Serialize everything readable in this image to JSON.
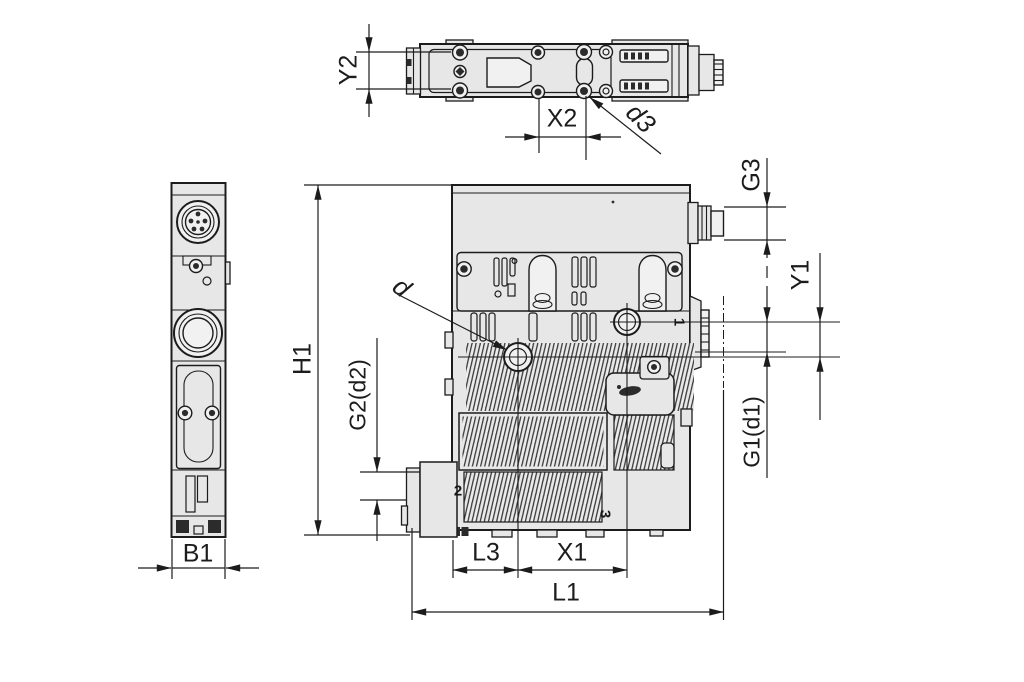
{
  "colors": {
    "ink": "#1c1c1c",
    "metal": "#e7e7e7",
    "light": "#f1f1f1",
    "dark": "#2b2b2b",
    "paper": "#ffffff"
  },
  "dims": {
    "b1": "B1",
    "y2": "Y2",
    "x2": "X2",
    "d3": "d3",
    "h1": "H1",
    "g2d2": "G2(d2)",
    "d": "d",
    "g3": "G3",
    "y1": "Y1",
    "g1d1": "G1(d1)",
    "l3": "L3",
    "x1": "X1",
    "l1": "L1",
    "port1": "1",
    "port2": "2",
    "port3": "3"
  }
}
